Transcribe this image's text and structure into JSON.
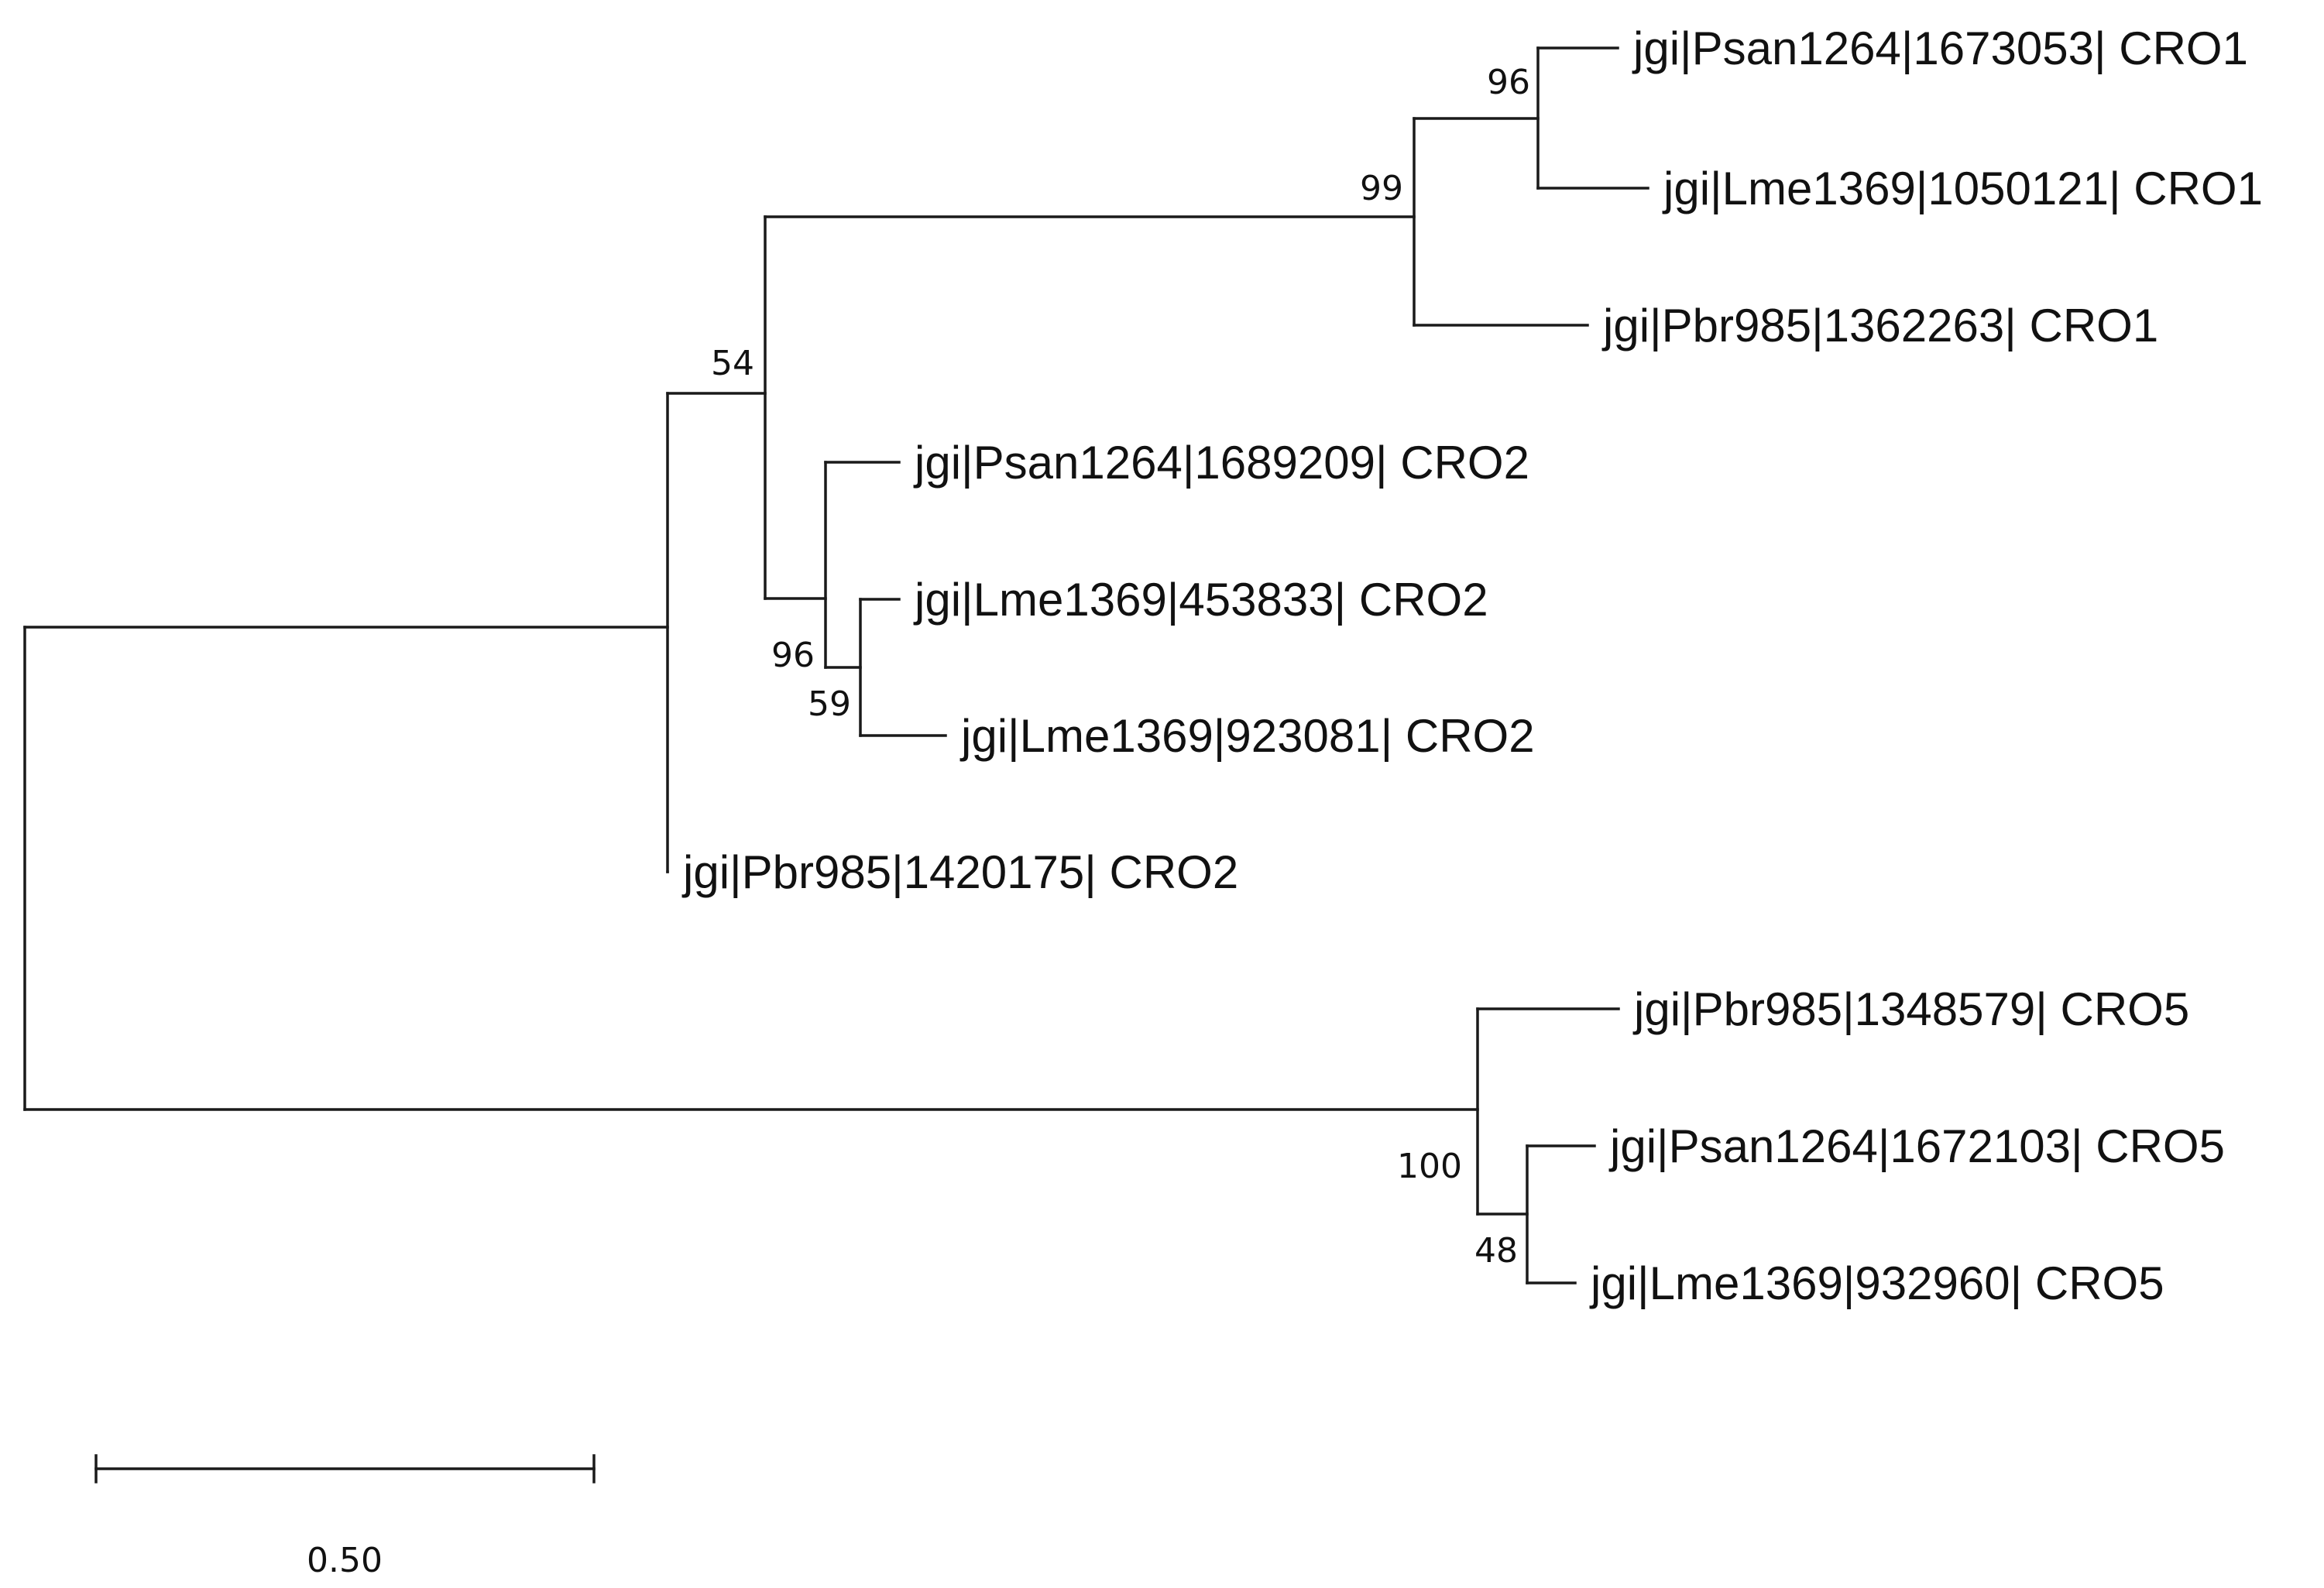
{
  "tree": {
    "leaves": [
      {
        "id": "L1",
        "label": "jgi|Psan1264|1673053| CRO1"
      },
      {
        "id": "L2",
        "label": "jgi|Lme1369|1050121| CRO1"
      },
      {
        "id": "L3",
        "label": "jgi|Pbr985|1362263| CRO1"
      },
      {
        "id": "L4",
        "label": "jgi|Psan1264|1689209| CRO2"
      },
      {
        "id": "L5",
        "label": "jgi|Lme1369|453833| CRO2"
      },
      {
        "id": "L6",
        "label": "jgi|Lme1369|923081| CRO2"
      },
      {
        "id": "L7",
        "label": "jgi|Pbr985|1420175| CRO2"
      },
      {
        "id": "L8",
        "label": "jgi|Pbr985|1348579| CRO5"
      },
      {
        "id": "L9",
        "label": "jgi|Psan1264|1672103| CRO5"
      },
      {
        "id": "L10",
        "label": "jgi|Lme1369|932960| CRO5"
      }
    ],
    "bootstrap": [
      {
        "node": "n_cro1_a",
        "value": "96"
      },
      {
        "node": "n_cro1",
        "value": "99"
      },
      {
        "node": "n_cro12",
        "value": "54"
      },
      {
        "node": "n_cro2",
        "value": "96"
      },
      {
        "node": "n_cro2_b",
        "value": "59"
      },
      {
        "node": "n_cro5",
        "value": "100"
      },
      {
        "node": "n_cro5_b",
        "value": "48"
      }
    ]
  },
  "scale_bar": {
    "length": 0.5,
    "label": "0.50"
  }
}
